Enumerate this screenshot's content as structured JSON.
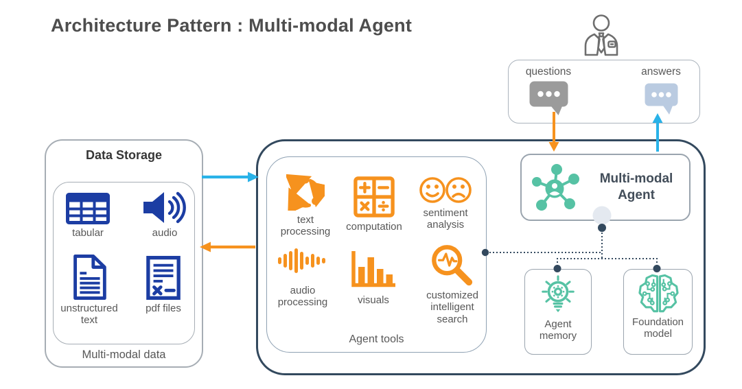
{
  "title": "Architecture Pattern : Multi-modal Agent",
  "colors": {
    "orange": "#F6921E",
    "cyan": "#29B2E8",
    "data_icon_blue": "#1C3DA3",
    "teal": "#56C2A4",
    "dark_navy_border": "#33495E",
    "label_gray": "#575757",
    "questions_bubble_gray": "#9B9B9B",
    "answers_bubble_blue": "#BACBE1"
  },
  "user_flow": {
    "questions_label": "questions",
    "answers_label": "answers"
  },
  "data_storage": {
    "title": "Data Storage",
    "items": [
      {
        "label": "tabular",
        "icon": "table-icon"
      },
      {
        "label": "audio",
        "icon": "speaker-icon"
      },
      {
        "label": "unstructured text",
        "icon": "document-icon"
      },
      {
        "label": "pdf files",
        "icon": "pdf-document-icon"
      }
    ],
    "caption": "Multi-modal data"
  },
  "agent_tools": {
    "caption": "Agent tools",
    "tools": [
      {
        "label": "text processing",
        "icon": "cycle-arrows-icon"
      },
      {
        "label": "computation",
        "icon": "calculator-icon"
      },
      {
        "label": "sentiment analysis",
        "icon": "smiley-faces-icon"
      },
      {
        "label": "audio processing",
        "icon": "waveform-icon"
      },
      {
        "label": "visuals",
        "icon": "bar-chart-icon"
      },
      {
        "label": "customized intelligent search",
        "icon": "search-pulse-icon"
      }
    ]
  },
  "agent_node": {
    "label": "Multi-modal Agent",
    "icon": "network-hub-icon"
  },
  "memory_node": {
    "label": "Agent memory",
    "icon": "lightbulb-gear-icon"
  },
  "foundation_node": {
    "label": "Foundation model",
    "icon": "circuit-brain-icon"
  }
}
